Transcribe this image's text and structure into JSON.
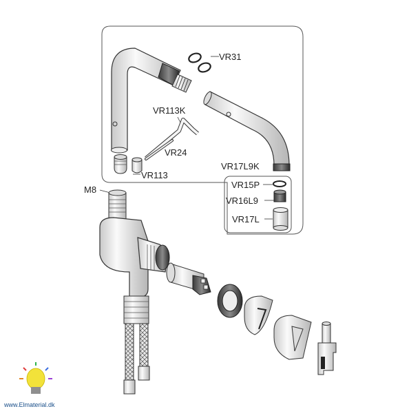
{
  "labels": {
    "vr31": "VR31",
    "vr113k": "VR113K",
    "vr24": "VR24",
    "vr113": "VR113",
    "m8": "M8",
    "vr17l9k": "VR17L9K",
    "vr15p": "VR15P",
    "vr16l9": "VR16L9",
    "vr17l": "VR17L"
  },
  "watermark": "www.Elmaterial.dk",
  "colors": {
    "line": "#333333",
    "label": "#222222",
    "watermark": "#1a4f8a",
    "bulb": "#f2e23a"
  }
}
